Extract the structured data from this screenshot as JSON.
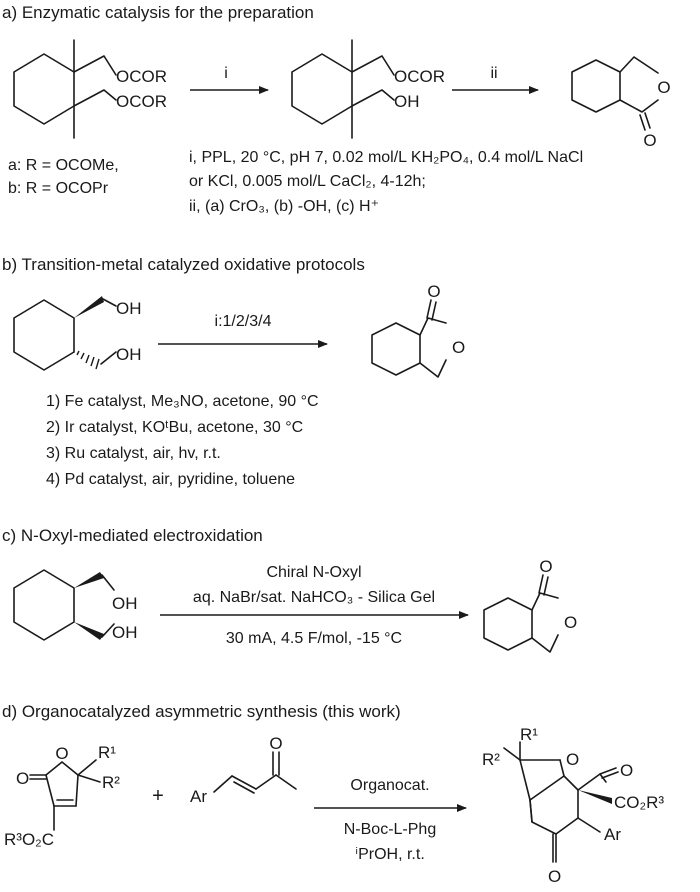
{
  "section_a": {
    "heading": "a) Enzymatic catalysis for the preparation",
    "diester_groups": [
      "OCOR",
      "OCOR"
    ],
    "mono_groups": [
      "OCOR",
      "OH"
    ],
    "step_labels": [
      "i",
      "ii"
    ],
    "lactone_o": "O",
    "variant_a": "a: R = OCOMe,",
    "variant_b": "b: R = OCOPr",
    "cond_i_line1": "i, PPL, 20 °C, pH 7, 0.02 mol/L KH₂PO₄, 0.4 mol/L NaCl",
    "cond_i_line2": "or KCl, 0.005 mol/L CaCl₂, 4-12h;",
    "cond_ii": "ii, (a) CrO₃, (b) -OH, (c) H⁺"
  },
  "section_b": {
    "heading": "b) Transition-metal catalyzed oxidative protocols",
    "diol_groups": [
      "OH",
      "OH"
    ],
    "arrow_label": "i:1/2/3/4",
    "lactone_o": "O",
    "conditions": [
      "1) Fe catalyst, Me₃NO, acetone, 90 °C",
      "2) Ir catalyst, KOᵗBu, acetone, 30 °C",
      "3) Ru catalyst, air, hv, r.t.",
      "4) Pd catalyst, air, pyridine, toluene"
    ]
  },
  "section_c": {
    "heading": "c) N-Oxyl-mediated electroxidation",
    "diol_groups": [
      "OH",
      "OH"
    ],
    "above_arrow_1": "Chiral N-Oxyl",
    "above_arrow_2": "aq. NaBr/sat. NaHCO₃ - Silica Gel",
    "below_arrow": "30 mA, 4.5 F/mol, -15 °C",
    "lactone_o": "O"
  },
  "section_d": {
    "heading": "d) Organocatalyzed asymmetric synthesis (this work)",
    "butenolide": {
      "ring_o": "O",
      "carbonyl_o": "O",
      "r1": "R¹",
      "r2": "R²",
      "ester": "R³O₂C"
    },
    "plus": "+",
    "enone": {
      "ar": "Ar",
      "carbonyl_o": "O"
    },
    "above_arrow": "Organocat.",
    "below_arrow_1": "N-Boc-L-Phg",
    "below_arrow_2": "ⁱPrOH, r.t.",
    "product": {
      "r1": "R¹",
      "r2": "R²",
      "ring_o": "O",
      "carbonyl_o": "O",
      "ester": "CO₂R³",
      "ar": "Ar",
      "ketone_o": "O"
    }
  }
}
